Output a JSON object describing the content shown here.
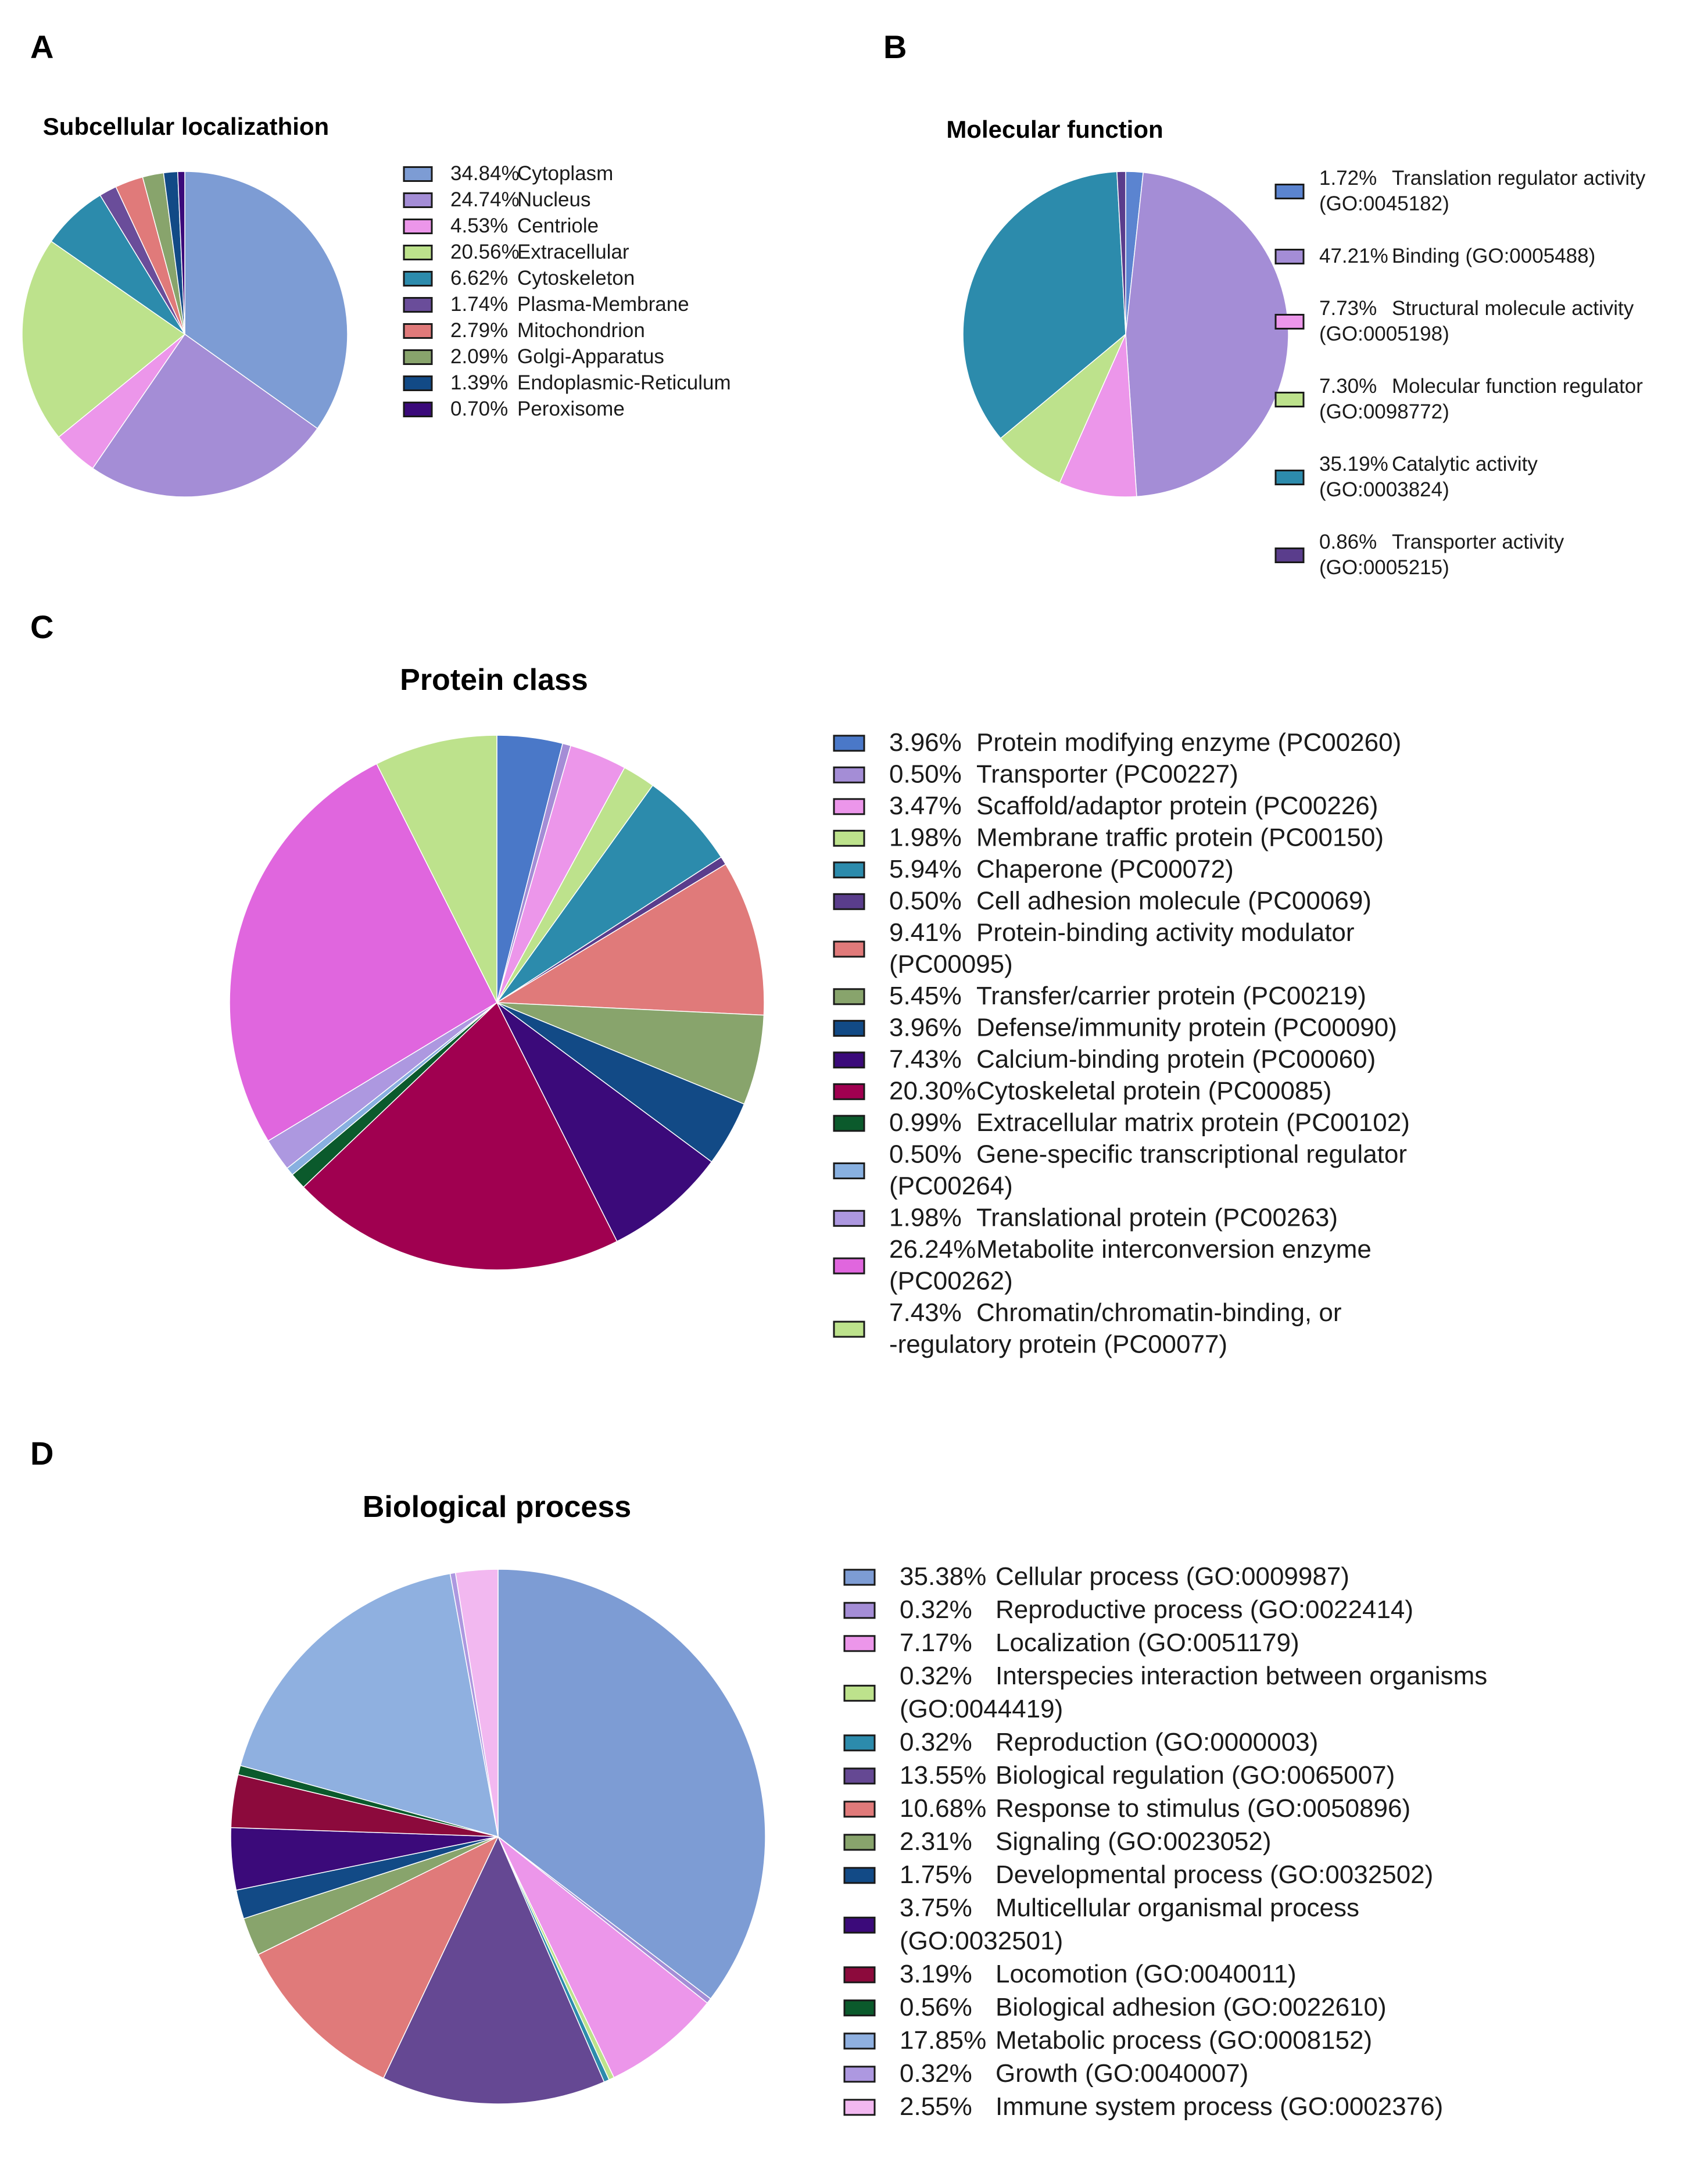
{
  "chart_data": [
    {
      "panel": "A",
      "type": "pie",
      "title": "Subcellular localizathion",
      "slices": [
        {
          "label": "Cytoplasm",
          "pct_label": "34.84%",
          "value": 34.84,
          "color": "#7d9cd4"
        },
        {
          "label": "Nucleus",
          "pct_label": "24.74%",
          "value": 24.74,
          "color": "#a48dd6"
        },
        {
          "label": "Centriole",
          "pct_label": "4.53%",
          "value": 4.53,
          "color": "#ec96ea"
        },
        {
          "label": "Extracellular",
          "pct_label": "20.56%",
          "value": 20.56,
          "color": "#bde28c"
        },
        {
          "label": "Cytoskeleton",
          "pct_label": "6.62%",
          "value": 6.62,
          "color": "#2c8bac"
        },
        {
          "label": "Plasma-Membrane",
          "pct_label": "1.74%",
          "value": 1.74,
          "color": "#6a4d9a"
        },
        {
          "label": "Mitochondrion",
          "pct_label": "2.79%",
          "value": 2.79,
          "color": "#e07a7a"
        },
        {
          "label": "Golgi-Apparatus",
          "pct_label": "2.09%",
          "value": 2.09,
          "color": "#88a46c"
        },
        {
          "label": "Endoplasmic-Reticulum",
          "pct_label": "1.39%",
          "value": 1.39,
          "color": "#124a86"
        },
        {
          "label": "Peroxisome",
          "pct_label": "0.70%",
          "value": 0.7,
          "color": "#3b0a7a"
        }
      ]
    },
    {
      "panel": "B",
      "type": "pie",
      "title": "Molecular function",
      "slices": [
        {
          "label": "Translation regulator activity",
          "label2": "(GO:0045182)",
          "pct_label": "1.72%",
          "value": 1.72,
          "color": "#5b84d0"
        },
        {
          "label": "Binding (GO:0005488)",
          "pct_label": "47.21%",
          "value": 47.21,
          "color": "#a48dd6"
        },
        {
          "label": "Structural molecule activity",
          "label2": "(GO:0005198)",
          "pct_label": "7.73%",
          "value": 7.73,
          "color": "#ec96ea"
        },
        {
          "label": "Molecular function regulator",
          "label2": "(GO:0098772)",
          "pct_label": "7.30%",
          "value": 7.3,
          "color": "#bde28c"
        },
        {
          "label": "Catalytic activity",
          "label2": "(GO:0003824)",
          "pct_label": "35.19%",
          "value": 35.19,
          "color": "#2c8bac"
        },
        {
          "label": "Transporter activity",
          "label2": "(GO:0005215)",
          "pct_label": "0.86%",
          "value": 0.86,
          "color": "#5a3d8c"
        }
      ]
    },
    {
      "panel": "C",
      "type": "pie",
      "title": "Protein class",
      "slices": [
        {
          "label": "Protein modifying enzyme (PC00260)",
          "pct_label": "3.96%",
          "value": 3.96,
          "color": "#4a78c8"
        },
        {
          "label": "Transporter (PC00227)",
          "pct_label": "0.50%",
          "value": 0.5,
          "color": "#a48dd6"
        },
        {
          "label": "Scaffold/adaptor protein (PC00226)",
          "pct_label": "3.47%",
          "value": 3.47,
          "color": "#ec96ea"
        },
        {
          "label": "Membrane traffic protein (PC00150)",
          "pct_label": "1.98%",
          "value": 1.98,
          "color": "#bde28c"
        },
        {
          "label": "Chaperone (PC00072)",
          "pct_label": "5.94%",
          "value": 5.94,
          "color": "#2c8bac"
        },
        {
          "label": "Cell adhesion molecule (PC00069)",
          "pct_label": "0.50%",
          "value": 0.5,
          "color": "#5a3d8c"
        },
        {
          "label": "Protein-binding activity modulator",
          "label2": "(PC00095)",
          "pct_label": "9.41%",
          "value": 9.41,
          "color": "#e07a7a"
        },
        {
          "label": "Transfer/carrier protein (PC00219)",
          "pct_label": "5.45%",
          "value": 5.45,
          "color": "#88a46c"
        },
        {
          "label": "Defense/immunity protein (PC00090)",
          "pct_label": "3.96%",
          "value": 3.96,
          "color": "#124a86"
        },
        {
          "label": "Calcium-binding protein (PC00060)",
          "pct_label": "7.43%",
          "value": 7.43,
          "color": "#3b0a7a"
        },
        {
          "label": "Cytoskeletal protein (PC00085)",
          "pct_label": "20.30%",
          "value": 20.3,
          "color": "#a00050"
        },
        {
          "label": "Extracellular matrix protein (PC00102)",
          "pct_label": "0.99%",
          "value": 0.99,
          "color": "#0b5a2c"
        },
        {
          "label": "Gene-specific transcriptional regulator",
          "label2": "(PC00264)",
          "pct_label": "0.50%",
          "value": 0.5,
          "color": "#88b0e0"
        },
        {
          "label": "Translational protein (PC00263)",
          "pct_label": "1.98%",
          "value": 1.98,
          "color": "#ad98e0"
        },
        {
          "label": "Metabolite interconversion enzyme",
          "label2": "(PC00262)",
          "pct_label": "26.24%",
          "value": 26.24,
          "color": "#e066de"
        },
        {
          "label": "Chromatin/chromatin-binding, or",
          "label2": "-regulatory protein (PC00077)",
          "pct_label": "7.43%",
          "value": 7.43,
          "color": "#bde28c"
        }
      ]
    },
    {
      "panel": "D",
      "type": "pie",
      "title": "Biological process",
      "slices": [
        {
          "label": "Cellular process (GO:0009987)",
          "pct_label": "35.38%",
          "value": 35.38,
          "color": "#7d9cd4"
        },
        {
          "label": "Reproductive process (GO:0022414)",
          "pct_label": "0.32%",
          "value": 0.32,
          "color": "#a48dd6"
        },
        {
          "label": "Localization (GO:0051179)",
          "pct_label": "7.17%",
          "value": 7.17,
          "color": "#ec96ea"
        },
        {
          "label": "Interspecies interaction between organisms",
          "label2": "(GO:0044419)",
          "pct_label": "0.32%",
          "value": 0.32,
          "color": "#bde28c"
        },
        {
          "label": "Reproduction (GO:0000003)",
          "pct_label": "0.32%",
          "value": 0.32,
          "color": "#2c8bac"
        },
        {
          "label": "Biological regulation (GO:0065007)",
          "pct_label": "13.55%",
          "value": 13.55,
          "color": "#654893"
        },
        {
          "label": "Response to stimulus (GO:0050896)",
          "pct_label": "10.68%",
          "value": 10.68,
          "color": "#e07a7a"
        },
        {
          "label": "Signaling (GO:0023052)",
          "pct_label": "2.31%",
          "value": 2.31,
          "color": "#88a46c"
        },
        {
          "label": "Developmental process (GO:0032502)",
          "pct_label": "1.75%",
          "value": 1.75,
          "color": "#124a86"
        },
        {
          "label": "Multicellular organismal process",
          "label2": "(GO:0032501)",
          "pct_label": "3.75%",
          "value": 3.75,
          "color": "#3b0a7a"
        },
        {
          "label": "Locomotion (GO:0040011)",
          "pct_label": "3.19%",
          "value": 3.19,
          "color": "#8c0a3c"
        },
        {
          "label": "Biological adhesion (GO:0022610)",
          "pct_label": "0.56%",
          "value": 0.56,
          "color": "#0b5a2c"
        },
        {
          "label": "Metabolic process (GO:0008152)",
          "pct_label": "17.85%",
          "value": 17.85,
          "color": "#8fb0e0"
        },
        {
          "label": "Growth (GO:0040007)",
          "pct_label": "0.32%",
          "value": 0.32,
          "color": "#ad98e0"
        },
        {
          "label": "Immune system process (GO:0002376)",
          "pct_label": "2.55%",
          "value": 2.55,
          "color": "#f2b8f0"
        }
      ]
    }
  ]
}
